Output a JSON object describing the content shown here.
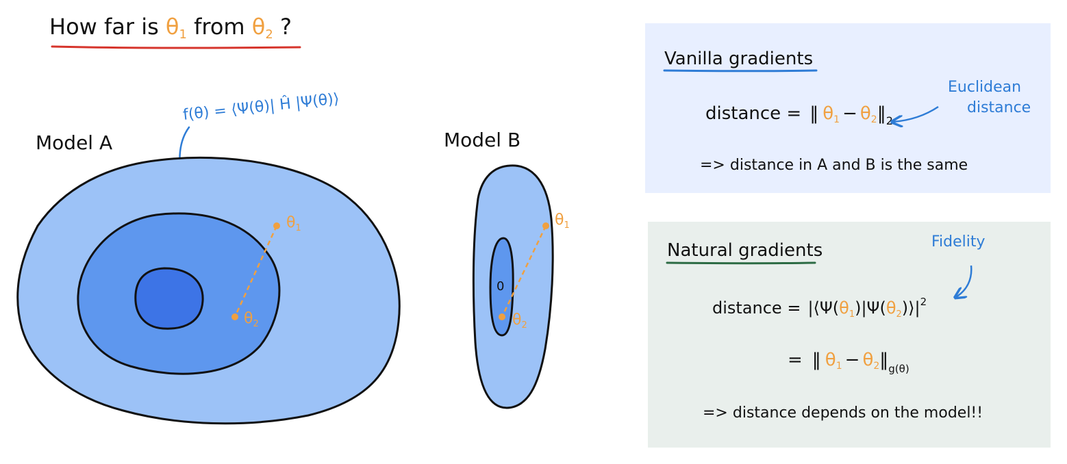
{
  "title": {
    "prefix": "How far is ",
    "theta1": "θ",
    "sub1": "1",
    "mid": " from ",
    "theta2": "θ",
    "sub2": "2",
    "suffix": " ?"
  },
  "model_a": {
    "label": "Model A",
    "annotation": "f(θ) = ⟨Ψ(θ)| Ĥ |Ψ(θ)⟩"
  },
  "model_b": {
    "label": "Model B",
    "center_mark": "0"
  },
  "point_labels": {
    "theta": "θ",
    "sub1": "1",
    "sub2": "2"
  },
  "vanilla": {
    "heading": "Vanilla gradients",
    "distance_prefix": "distance =",
    "norm_subscript": "2",
    "note_line1": "Euclidean",
    "note_line2": "distance",
    "conclusion": "=> distance in A and B is the same"
  },
  "natural": {
    "heading": "Natural gradients",
    "note": "Fidelity",
    "distance_prefix": "distance =",
    "fidelity_expr_left": "|⟨Ψ(",
    "fidelity_expr_mid": ")|Ψ(",
    "fidelity_expr_right": ")⟩|",
    "power": "2",
    "equals": "=",
    "metric_subscript": "g(θ)",
    "conclusion": "=> distance depends on the model!!"
  },
  "colors": {
    "outer_blue": "#9cc2f7",
    "mid_blue": "#5e97ee",
    "inner_blue": "#3d74e6",
    "orange": "#f0a040",
    "red_underline": "#d6352c",
    "blue_underline": "#2e7cd6",
    "green_underline": "#2c6b44",
    "panel_vanilla": "#e8efff",
    "panel_natural": "#e9efec"
  }
}
